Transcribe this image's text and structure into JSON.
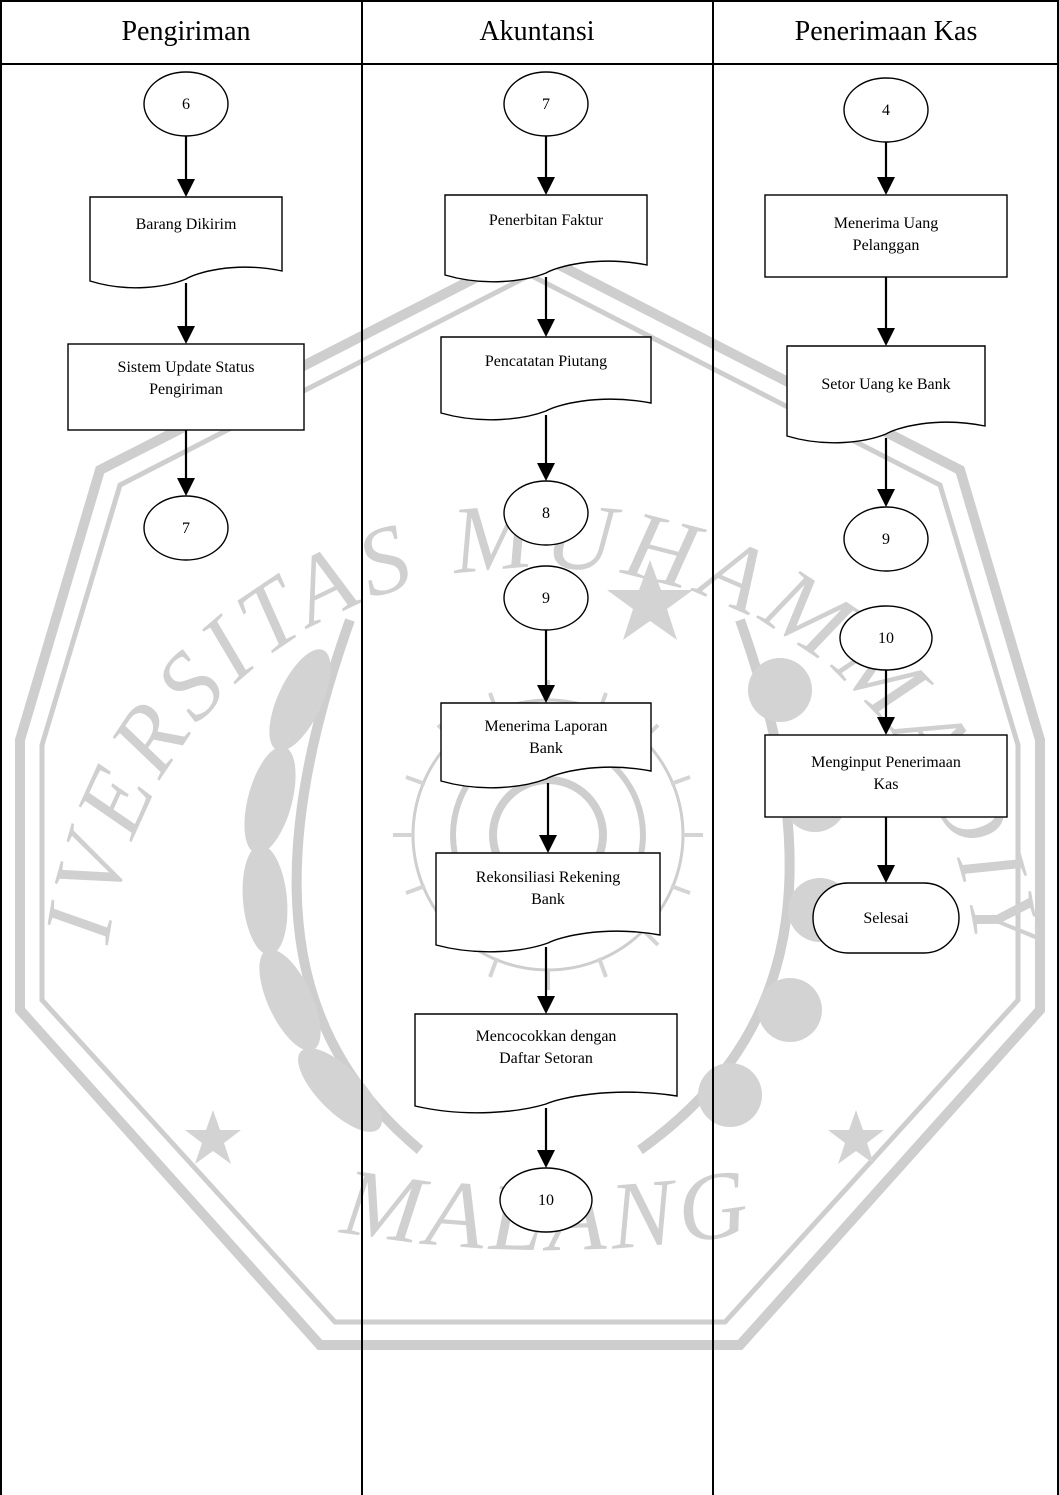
{
  "lanes": [
    {
      "id": "pengiriman",
      "title": "Pengiriman"
    },
    {
      "id": "akuntansi",
      "title": "Akuntansi"
    },
    {
      "id": "kas",
      "title": "Penerimaan Kas"
    }
  ],
  "watermark": {
    "top_text": "UNIVERSITAS MUHAMMADIYAH",
    "bottom_text": "MALANG"
  },
  "nodes": [
    {
      "id": "p_c6",
      "lane": "pengiriman",
      "kind": "connector",
      "label": "6"
    },
    {
      "id": "p_barang",
      "lane": "pengiriman",
      "kind": "document",
      "label": "Barang Dikirim"
    },
    {
      "id": "p_update",
      "lane": "pengiriman",
      "kind": "process",
      "label": "Sistem Update Status Pengiriman"
    },
    {
      "id": "p_c7",
      "lane": "pengiriman",
      "kind": "connector",
      "label": "7"
    },
    {
      "id": "a_c7",
      "lane": "akuntansi",
      "kind": "connector",
      "label": "7"
    },
    {
      "id": "a_faktur",
      "lane": "akuntansi",
      "kind": "document",
      "label": "Penerbitan Faktur"
    },
    {
      "id": "a_piutang",
      "lane": "akuntansi",
      "kind": "document",
      "label": "Pencatatan Piutang"
    },
    {
      "id": "a_c8",
      "lane": "akuntansi",
      "kind": "connector",
      "label": "8"
    },
    {
      "id": "a_c9",
      "lane": "akuntansi",
      "kind": "connector",
      "label": "9"
    },
    {
      "id": "a_laporan",
      "lane": "akuntansi",
      "kind": "document",
      "label": "Menerima Laporan Bank"
    },
    {
      "id": "a_rekon",
      "lane": "akuntansi",
      "kind": "document",
      "label": "Rekonsiliasi Rekening Bank"
    },
    {
      "id": "a_cocok",
      "lane": "akuntansi",
      "kind": "document",
      "label": "Mencocokkan dengan Daftar Setoran"
    },
    {
      "id": "a_c10",
      "lane": "akuntansi",
      "kind": "connector",
      "label": "10"
    },
    {
      "id": "k_c4",
      "lane": "kas",
      "kind": "connector",
      "label": "4"
    },
    {
      "id": "k_terima",
      "lane": "kas",
      "kind": "process",
      "label": "Menerima Uang Pelanggan"
    },
    {
      "id": "k_setor",
      "lane": "kas",
      "kind": "document",
      "label": "Setor Uang ke Bank"
    },
    {
      "id": "k_c9",
      "lane": "kas",
      "kind": "connector",
      "label": "9"
    },
    {
      "id": "k_c10",
      "lane": "kas",
      "kind": "connector",
      "label": "10"
    },
    {
      "id": "k_input",
      "lane": "kas",
      "kind": "process",
      "label": "Menginput Penerimaan Kas"
    },
    {
      "id": "k_selesai",
      "lane": "kas",
      "kind": "terminator",
      "label": "Selesai"
    }
  ],
  "edges": [
    {
      "from": "p_c6",
      "to": "p_barang"
    },
    {
      "from": "p_barang",
      "to": "p_update"
    },
    {
      "from": "p_update",
      "to": "p_c7"
    },
    {
      "from": "a_c7",
      "to": "a_faktur"
    },
    {
      "from": "a_faktur",
      "to": "a_piutang"
    },
    {
      "from": "a_piutang",
      "to": "a_c8"
    },
    {
      "from": "a_c9",
      "to": "a_laporan"
    },
    {
      "from": "a_laporan",
      "to": "a_rekon"
    },
    {
      "from": "a_rekon",
      "to": "a_cocok"
    },
    {
      "from": "a_cocok",
      "to": "a_c10"
    },
    {
      "from": "k_c4",
      "to": "k_terima"
    },
    {
      "from": "k_terima",
      "to": "k_setor"
    },
    {
      "from": "k_setor",
      "to": "k_c9"
    },
    {
      "from": "k_c10",
      "to": "k_input"
    },
    {
      "from": "k_input",
      "to": "k_selesai"
    }
  ]
}
